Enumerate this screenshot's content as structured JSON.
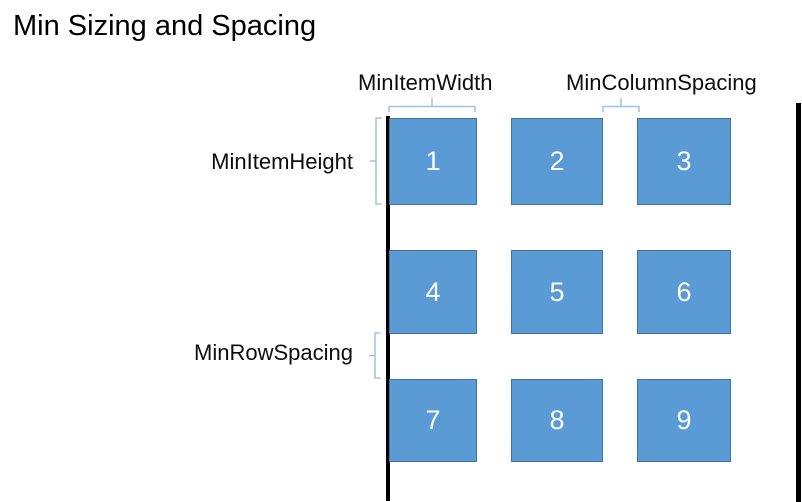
{
  "title": "Min Sizing and Spacing",
  "labels": {
    "min_item_width": "MinItemWidth",
    "min_column_spacing": "MinColumnSpacing",
    "min_item_height": "MinItemHeight",
    "min_row_spacing": "MinRowSpacing"
  },
  "grid": {
    "items": [
      "1",
      "2",
      "3",
      "4",
      "5",
      "6",
      "7",
      "8",
      "9"
    ]
  },
  "colors": {
    "item_fill": "#5B9BD5",
    "item_border": "#41719C",
    "item_text": "#FCFCFC",
    "brace": "#9DC3E6",
    "guide_line": "#000000"
  }
}
